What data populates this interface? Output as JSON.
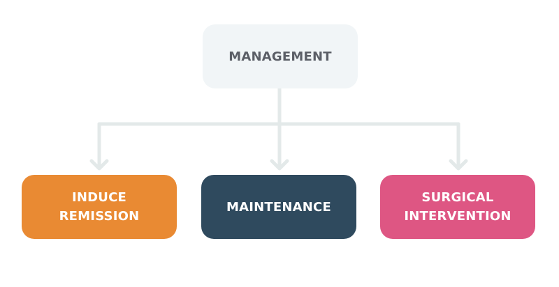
{
  "diagram": {
    "root": {
      "label": "MANAGEMENT",
      "bg": "#F1F5F7",
      "text_color": "#5B5E66"
    },
    "children": [
      {
        "label": "INDUCE\nREMISSION",
        "bg": "#E98A33"
      },
      {
        "label": "MAINTENANCE",
        "bg": "#2F4A5E"
      },
      {
        "label": "SURGICAL\nINTERVENTION",
        "bg": "#DE5683"
      }
    ],
    "connector_color": "#E3E9E9"
  }
}
